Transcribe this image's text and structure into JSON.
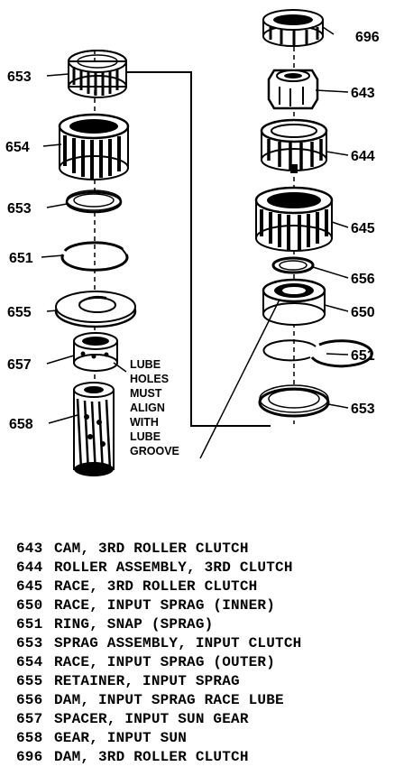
{
  "callouts": {
    "c653a": "653",
    "c654": "654",
    "c653b": "653",
    "c651a": "651",
    "c655": "655",
    "c657": "657",
    "c658": "658",
    "c696": "696",
    "c643": "643",
    "c644": "644",
    "c645": "645",
    "c656": "656",
    "c650": "650",
    "c651b": "651",
    "c653c": "653"
  },
  "note": [
    "LUBE",
    "HOLES",
    "MUST",
    "ALIGN",
    "WITH",
    "LUBE",
    "GROOVE"
  ],
  "legend": [
    {
      "num": "643",
      "text": "CAM, 3RD ROLLER CLUTCH"
    },
    {
      "num": "644",
      "text": "ROLLER ASSEMBLY, 3RD CLUTCH"
    },
    {
      "num": "645",
      "text": "RACE, 3RD ROLLER CLUTCH"
    },
    {
      "num": "650",
      "text": "RACE, INPUT SPRAG (INNER)"
    },
    {
      "num": "651",
      "text": "RING, SNAP (SPRAG)"
    },
    {
      "num": "653",
      "text": "SPRAG ASSEMBLY, INPUT CLUTCH"
    },
    {
      "num": "654",
      "text": "RACE, INPUT SPRAG (OUTER)"
    },
    {
      "num": "655",
      "text": "RETAINER, INPUT SPRAG"
    },
    {
      "num": "656",
      "text": "DAM, INPUT SPRAG RACE LUBE"
    },
    {
      "num": "657",
      "text": "SPACER, INPUT SUN GEAR"
    },
    {
      "num": "658",
      "text": "GEAR, INPUT SUN"
    },
    {
      "num": "696",
      "text": "DAM, 3RD ROLLER CLUTCH"
    }
  ]
}
